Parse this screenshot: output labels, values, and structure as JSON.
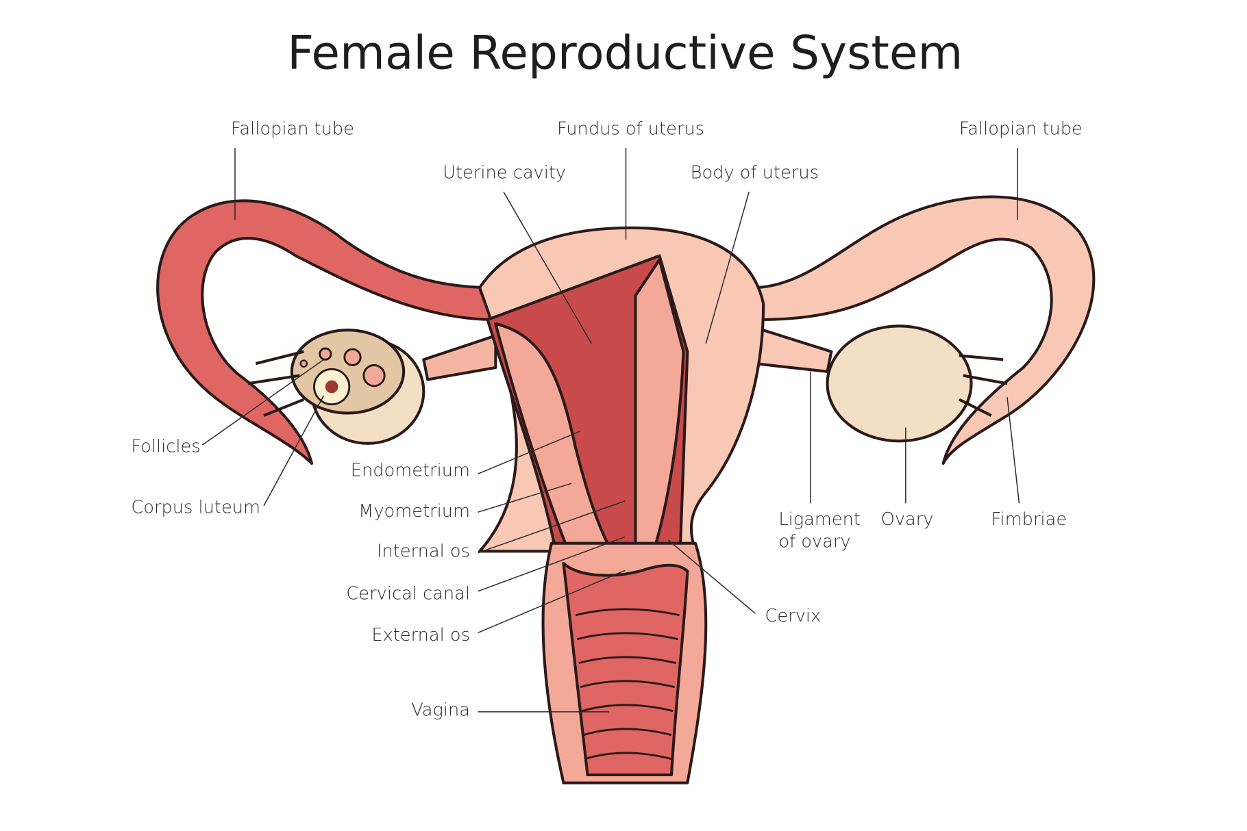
{
  "title": "Female Reproductive System",
  "labels": {
    "fallopian_left": "Fallopian tube",
    "fundus": "Fundus of uterus",
    "fallopian_right": "Fallopian tube",
    "uterine_cavity": "Uterine cavity",
    "body_of_uterus": "Body of uterus",
    "follicles": "Follicles",
    "corpus_luteum": "Corpus luteum",
    "endometrium": "Endometrium",
    "myometrium": "Myometrium",
    "internal_os": "Internal os",
    "cervical_canal": "Cervical canal",
    "external_os": "External os",
    "vagina": "Vagina",
    "cervix": "Cervix",
    "ligament_1": "Ligament",
    "ligament_2": "of ovary",
    "ovary": "Ovary",
    "fimbriae": "Fimbriae"
  },
  "colors": {
    "dark_red": "#c94a4a",
    "red": "#e06664",
    "pink": "#f4a898",
    "light_pink": "#f9c8b5",
    "ovary": "#f3e0c4",
    "follicle_bg": "#e3c7a4"
  }
}
